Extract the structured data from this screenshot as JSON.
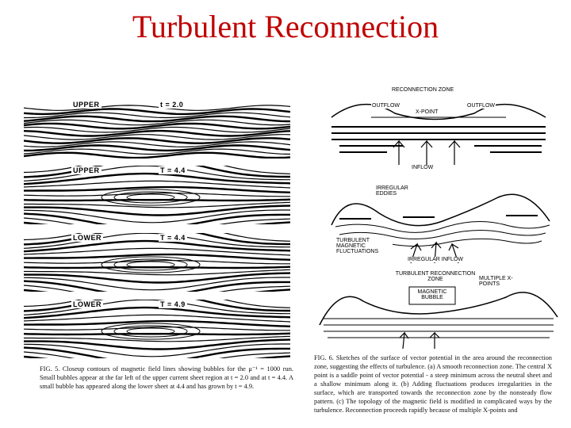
{
  "title": "Turbulent Reconnection",
  "left_figure": {
    "panels": [
      {
        "region": "UPPER",
        "time": "t = 2.0"
      },
      {
        "region": "UPPER",
        "time": "T = 4.4"
      },
      {
        "region": "LOWER",
        "time": "T = 4.4"
      },
      {
        "region": "LOWER",
        "time": "T = 4.9"
      }
    ],
    "caption": "FIG. 5. Closeup contours of magnetic field lines showing bubbles for the μ⁻¹ = 1000 run. Small bubbles appear at the far left of the upper current sheet region at t = 2.0 and at t = 4.4. A small bubble has appeared along the lower sheet at 4.4 and has grown by t = 4.9."
  },
  "right_figure": {
    "panel_a": {
      "zone_label": "RECONNECTION ZONE",
      "left_label": "OUTFLOW",
      "right_label": "OUTFLOW",
      "x_label": "X-POINT",
      "inflow_label": "INFLOW"
    },
    "panel_b": {
      "top_label": "IRREGULAR EDDIES",
      "left_label": "TURBULENT MAGNETIC FLUCTUATIONS",
      "bottom_label": "IRREGULAR INFLOW"
    },
    "panel_c": {
      "zone_label": "TURBULENT RECONNECTION ZONE",
      "right_label": "MULTIPLE X-POINTS",
      "bubble_label": "MAGNETIC BUBBLE"
    },
    "caption": "FIG. 6. Sketches of the surface of vector potential in the area around the reconnection zone, suggesting the effects of turbulence. (a) A smooth reconnection zone. The central X point is a saddle point of vector potential - a steep minimum across the neutral sheet and a shallow minimum along it. (b) Adding fluctuations produces irregularities in the surface, which are transported towards the reconnection zone by the nonsteady flow pattern. (c) The topology of the magnetic field is modified in complicated ways by the turbulence. Reconnection proceeds rapidly because of multiple X-points and"
  }
}
